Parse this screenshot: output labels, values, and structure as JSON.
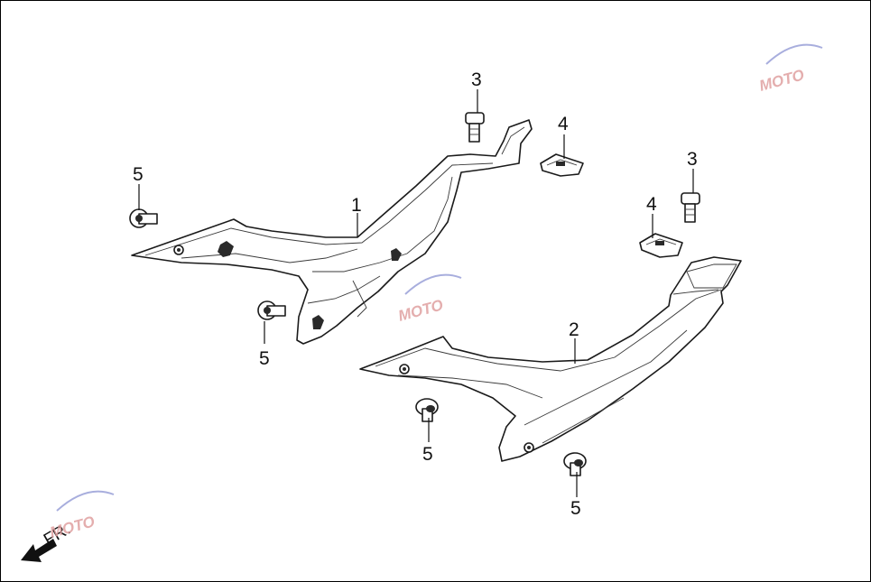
{
  "callouts": [
    {
      "id": "1",
      "label": "1"
    },
    {
      "id": "2",
      "label": "2"
    },
    {
      "id": "3a",
      "label": "3"
    },
    {
      "id": "3b",
      "label": "3"
    },
    {
      "id": "4a",
      "label": "4"
    },
    {
      "id": "4b",
      "label": "4"
    },
    {
      "id": "5a",
      "label": "5"
    },
    {
      "id": "5b",
      "label": "5"
    },
    {
      "id": "5c",
      "label": "5"
    },
    {
      "id": "5d",
      "label": "5"
    }
  ],
  "direction_label": "FR.",
  "watermark": {
    "text": "MOTO",
    "colors": {
      "primary": "#e0a0a0",
      "accent": "#9aa0d8"
    }
  }
}
